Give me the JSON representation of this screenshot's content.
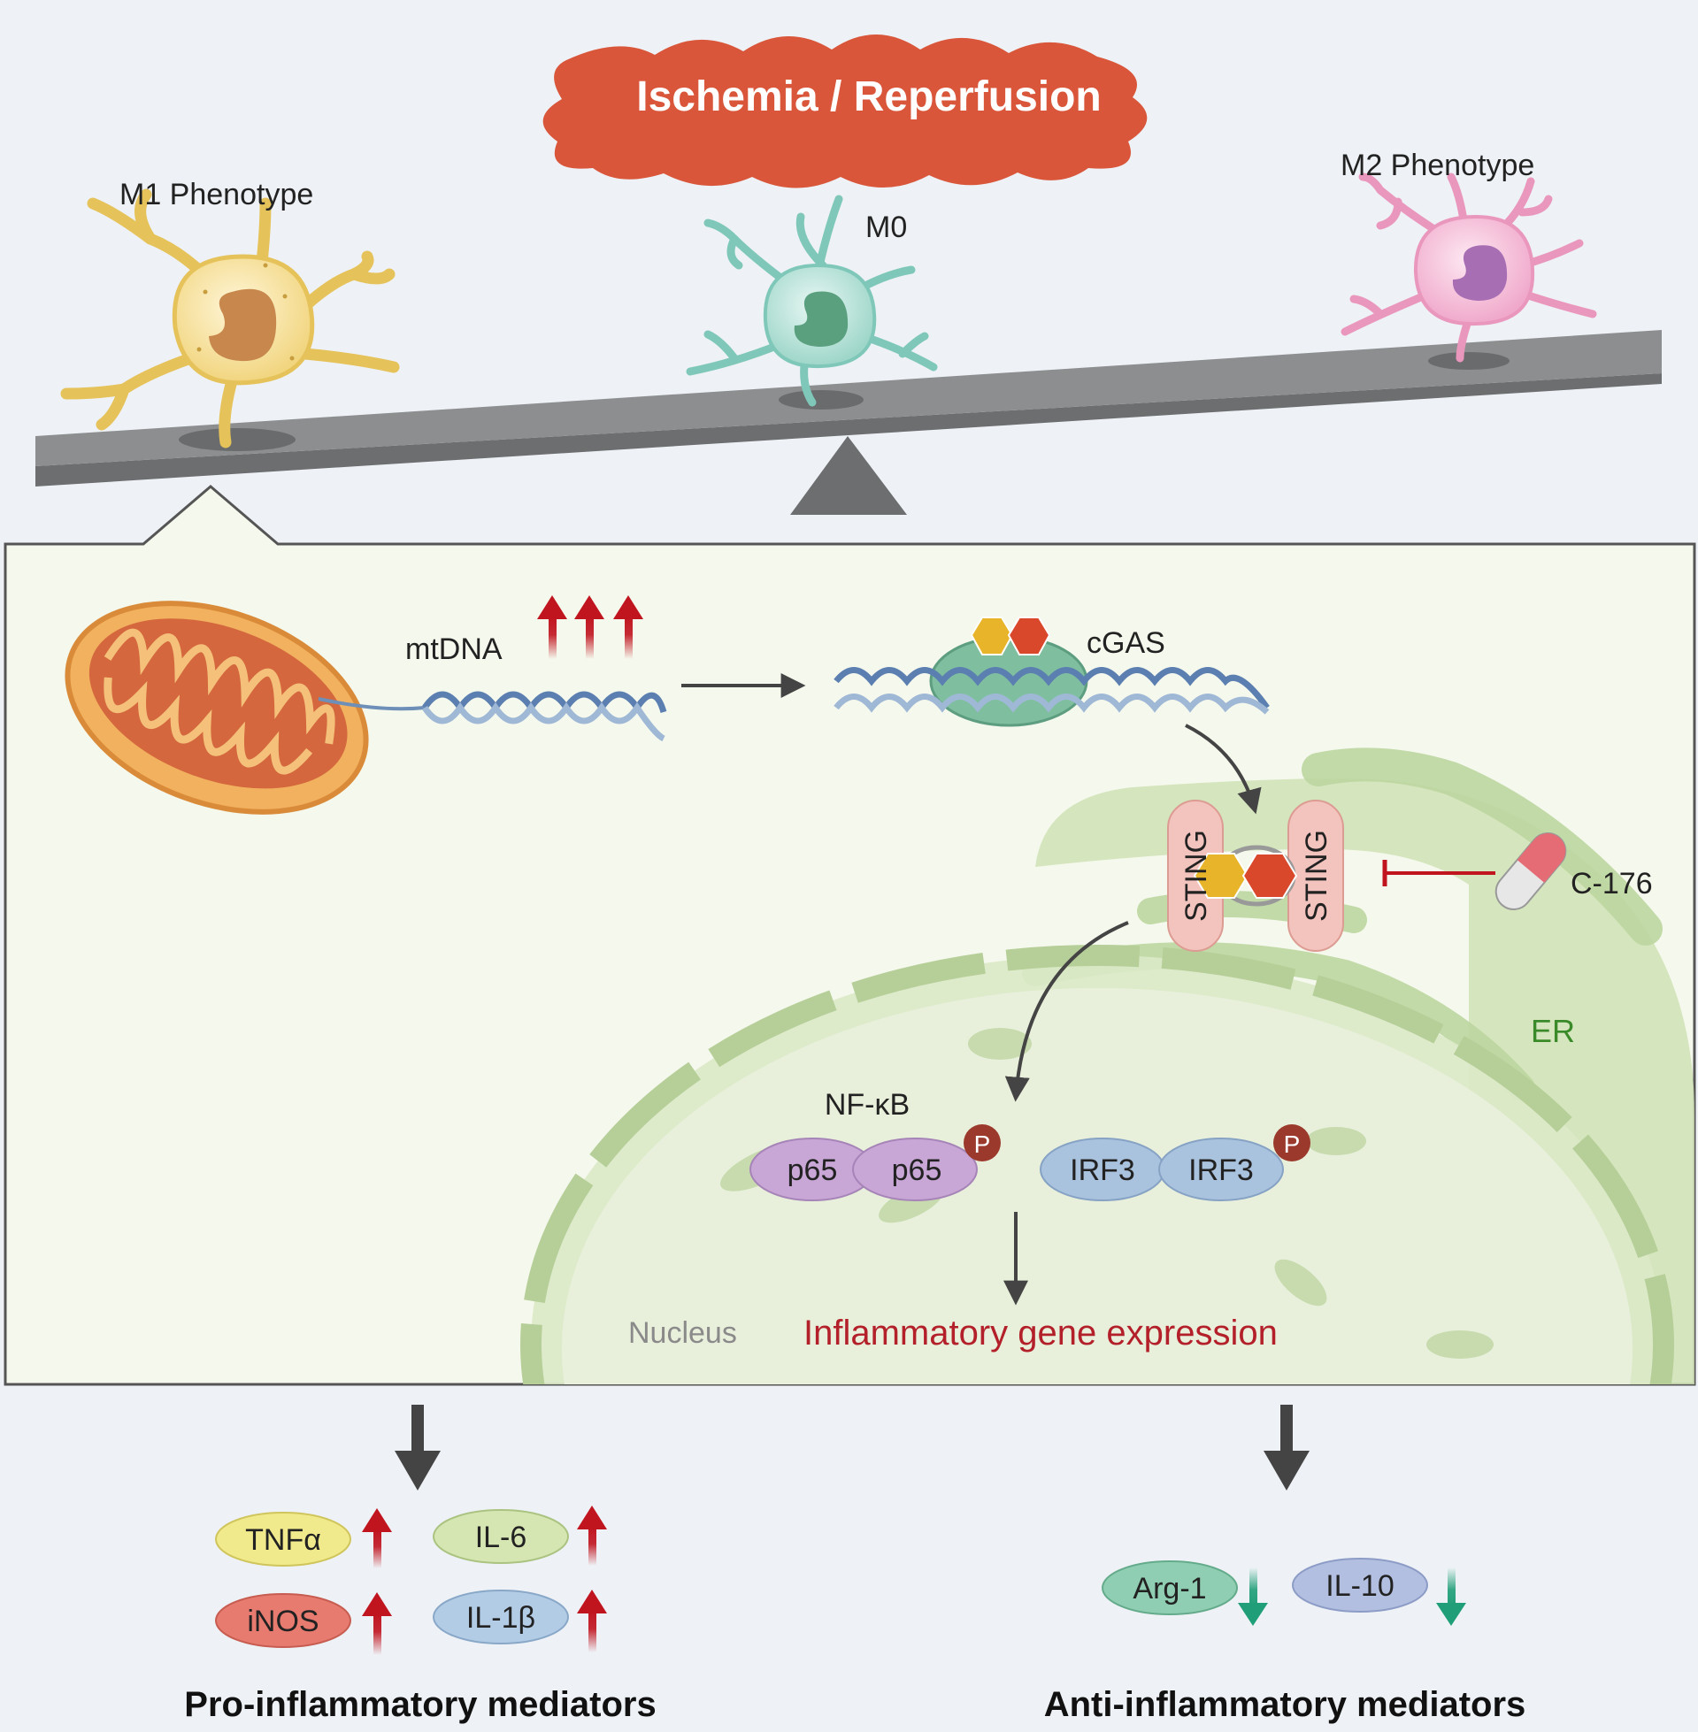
{
  "header": {
    "title": "Ischemia / Reperfusion"
  },
  "cells": {
    "m1": "M1 Phenotype",
    "m0": "M0",
    "m2": "M2 Phenotype"
  },
  "pathway": {
    "mtdna": "mtDNA",
    "cgas": "cGAS",
    "sting_left": "STING",
    "sting_right": "STING",
    "inhibitor": "C-176",
    "er": "ER",
    "nfkb": "NF-κB",
    "p65_a": "p65",
    "p65_b": "p65",
    "irf3_a": "IRF3",
    "irf3_b": "IRF3",
    "phospho": "P",
    "nucleus": "Nucleus",
    "gene_expression": "Inflammatory gene expression"
  },
  "mediators": {
    "pro": {
      "title": "Pro-inflammatory mediators",
      "items": [
        "TNFα",
        "IL-6",
        "iNOS",
        "IL-1β"
      ],
      "trend": "up"
    },
    "anti": {
      "title": "Anti-inflammatory mediators",
      "items": [
        "Arg-1",
        "IL-10"
      ],
      "trend": "down"
    }
  },
  "colors": {
    "burst": "#d9563a",
    "panel_bg": "#f5f8ec",
    "seesaw": "#8d8e90",
    "up_arrow": "#c0141f",
    "down_arrow": "#1f9e77",
    "gene_text": "#b3202a",
    "er_green": "#cfe2b5",
    "sting_pink": "#f3c3bd"
  }
}
